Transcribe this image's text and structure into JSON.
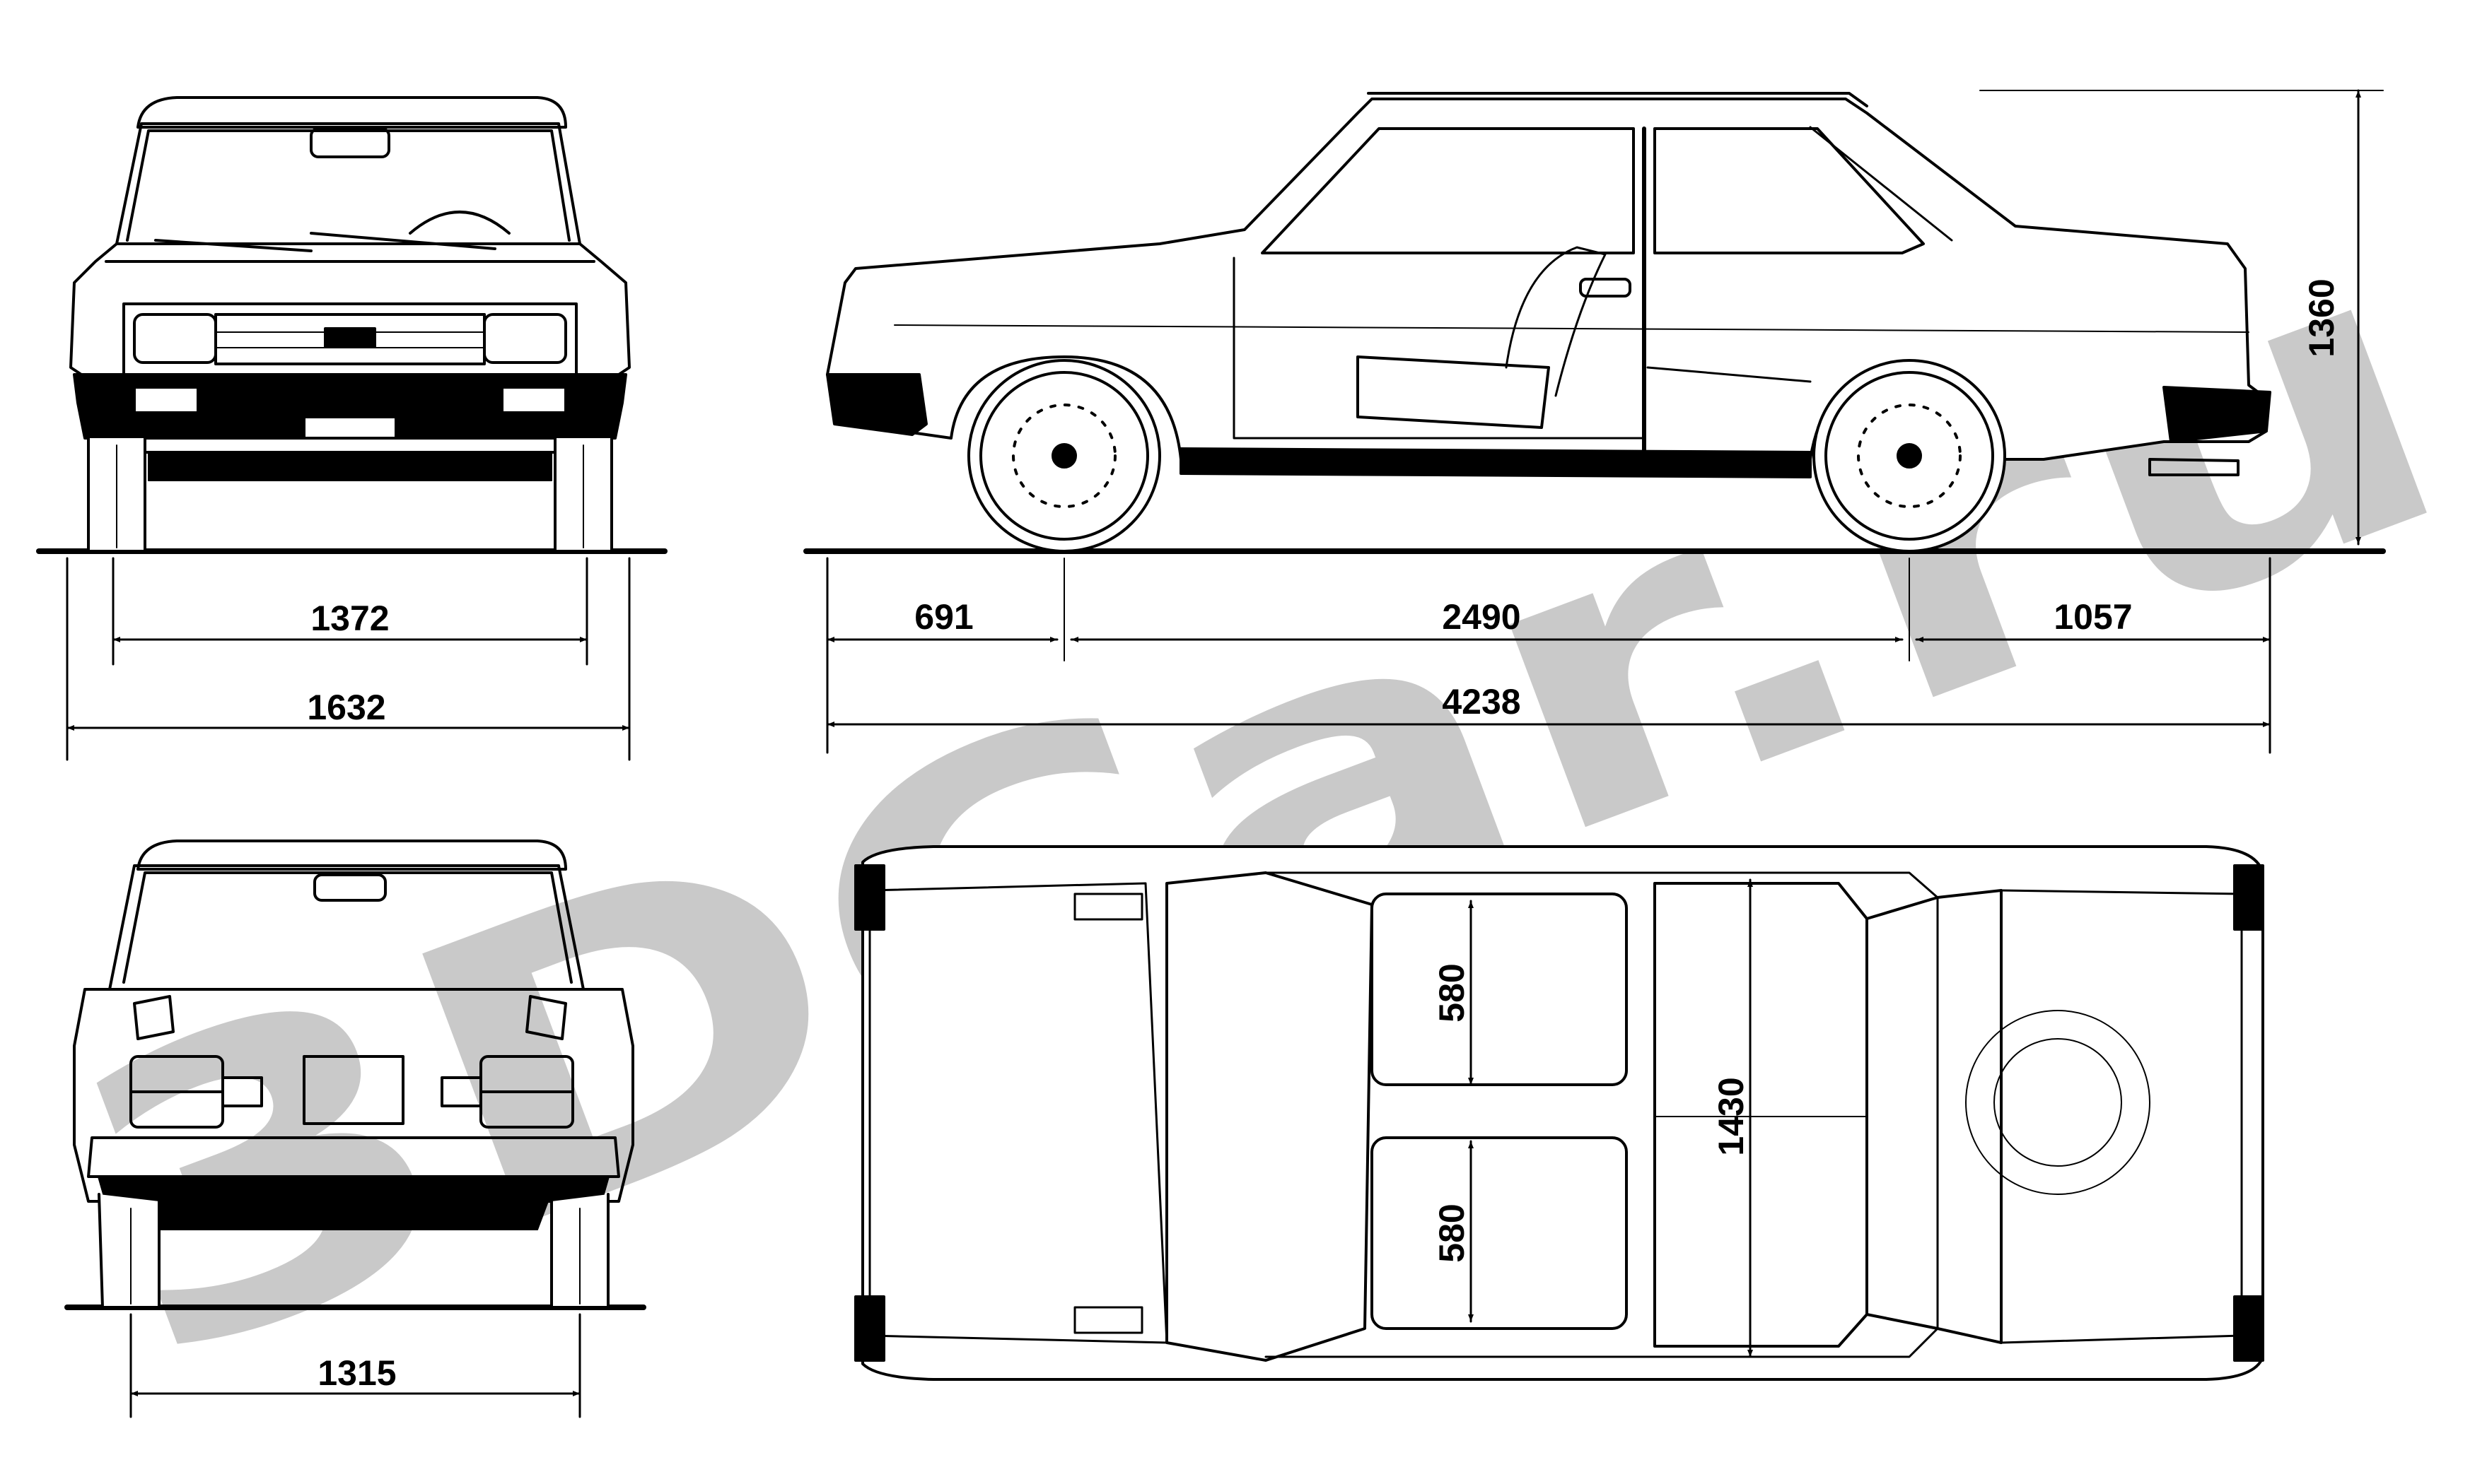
{
  "watermark": {
    "text": "3DCar.ru",
    "color": "#c9c9c9"
  },
  "dimensions": {
    "front_track": "1372",
    "overall_width": "1632",
    "rear_track": "1315",
    "front_overhang": "691",
    "wheelbase": "2490",
    "rear_overhang": "1057",
    "overall_length": "4238",
    "overall_height": "1360",
    "front_seat_depth": "580",
    "rear_seat_depth": "580",
    "interior_length": "1430"
  },
  "colors": {
    "ink": "#000000",
    "paper": "#ffffff"
  }
}
